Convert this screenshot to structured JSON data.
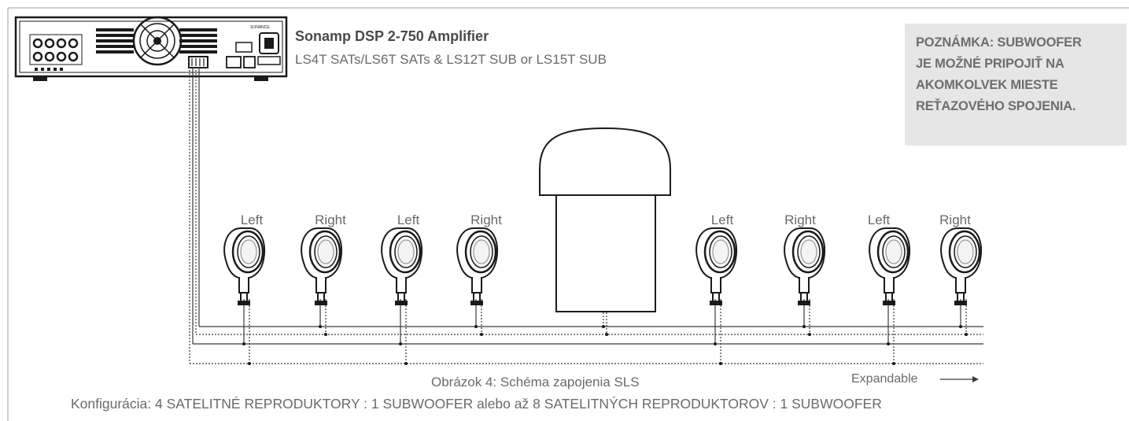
{
  "amplifier": {
    "title": "Sonamp DSP 2-750 Amplifier",
    "subtitle": "LS4T SATs/LS6T SATs & LS12T SUB or LS15T SUB",
    "brand": "SONANCE"
  },
  "note": {
    "lines": [
      "POZNÁMKA: SUBWOOFER",
      "JE MOŽNÉ PRIPOJIŤ NA",
      "AKOMKOLVEK MIESTE",
      "REŤAZOVÉHO SPOJENIA."
    ]
  },
  "speakers": [
    {
      "label": "Left"
    },
    {
      "label": "Right"
    },
    {
      "label": "Left"
    },
    {
      "label": "Right"
    },
    {
      "label": "Left"
    },
    {
      "label": "Right"
    },
    {
      "label": "Left"
    },
    {
      "label": "Right"
    }
  ],
  "caption": "Obrázok 4: Schéma zapojenia SLS",
  "expandable": "Expandable",
  "config": "Konfigurácia: 4 SATELITNÉ REPRODUKTORY : 1 SUBWOOFER alebo až 8 SATELITNÝCH REPRODUKTOROV : 1 SUBWOOFER",
  "colors": {
    "line": "#3a3a3a",
    "text": "#6a6a6a",
    "note_bg": "#e6e6e6",
    "frame": "#bdbdbd"
  }
}
